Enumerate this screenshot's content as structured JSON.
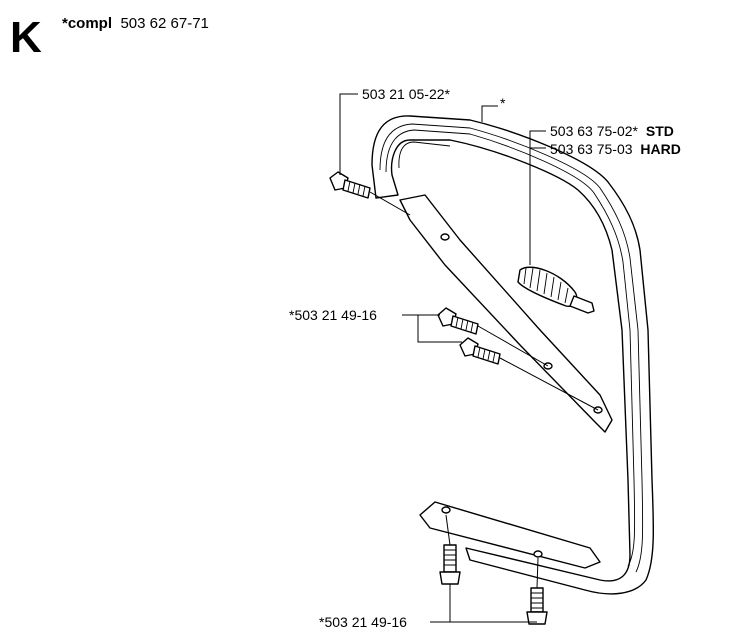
{
  "header": {
    "section_letter": "K",
    "compl_prefix": "*compl",
    "compl_number": "503 62 67-71"
  },
  "callouts": {
    "bolt_top": "503 21 05-22*",
    "handle_asterisk": "*",
    "damper_std_number": "503 63 75-02*",
    "damper_std_suffix": "STD",
    "damper_hard_number": "503 63 75-03",
    "damper_hard_suffix": "HARD",
    "bolts_middle": "*503 21 49-16",
    "bolts_bottom": "*503 21 49-16"
  }
}
